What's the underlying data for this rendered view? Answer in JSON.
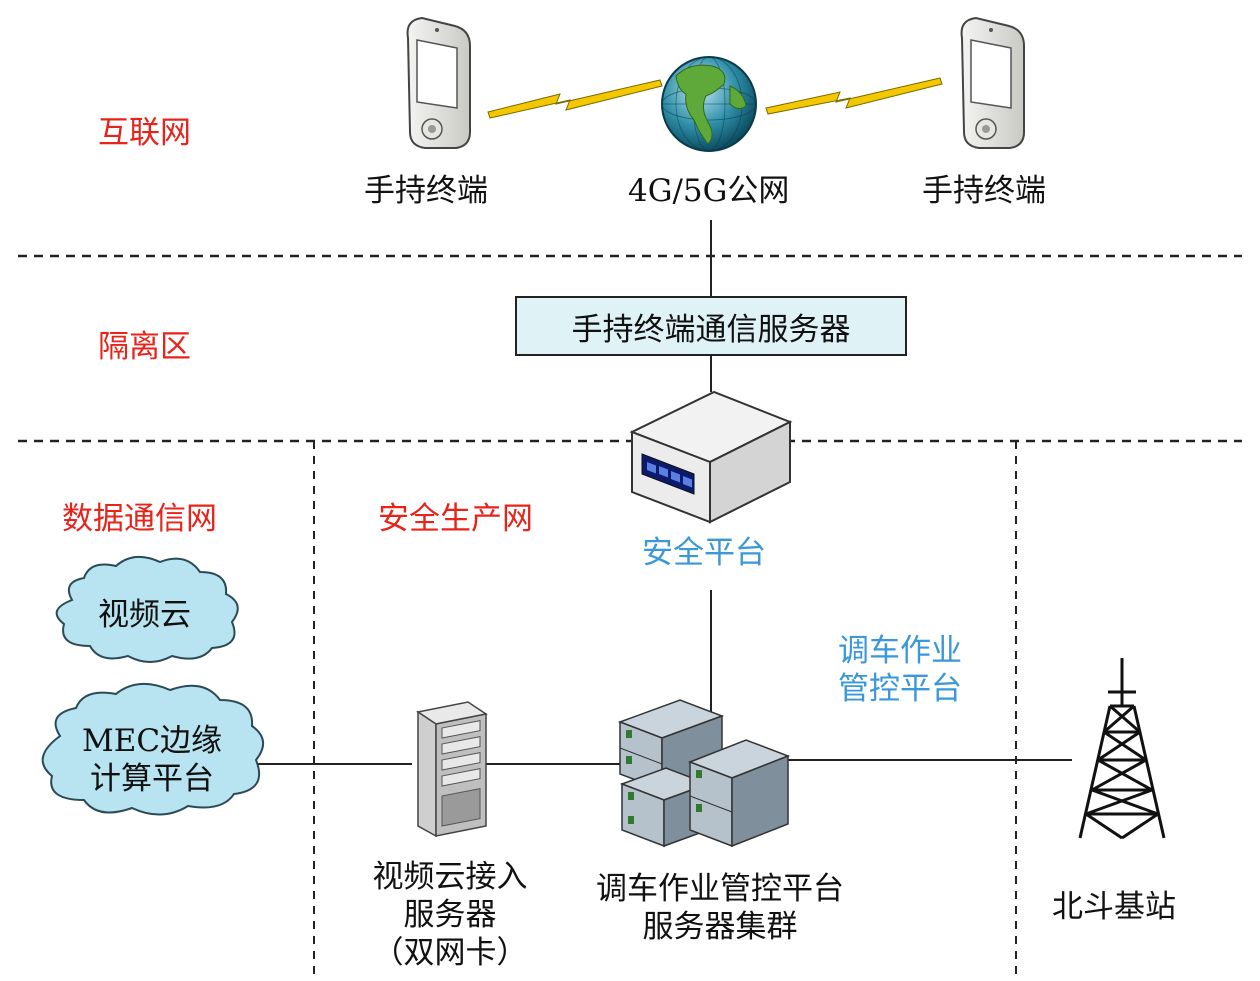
{
  "zones": {
    "internet": "互联网",
    "isolation": "隔离区",
    "data_comm": "数据通信网",
    "safety_prod": "安全生产网"
  },
  "nodes": {
    "handheld_left": "手持终端",
    "public_net": "4G/5G公网",
    "handheld_right": "手持终端",
    "comm_server": "手持终端通信服务器",
    "security_platform": "安全平台",
    "shunting_platform_line1": "调车作业",
    "shunting_platform_line2": "管控平台",
    "video_cloud": "视频云",
    "mec_line1": "MEC边缘",
    "mec_line2": "计算平台",
    "video_access_line1": "视频云接入",
    "video_access_line2": "服务器",
    "video_access_line3": "（双网卡）",
    "cluster_line1": "调车作业管控平台",
    "cluster_line2": "服务器集群",
    "beidou": "北斗基站"
  },
  "colors": {
    "zone_label": "#e8231a",
    "platform_label": "#3a98d8",
    "cloud_fill": "#b8e3f0",
    "box_fill": "#dff2f5",
    "lightning": "#f3c800"
  }
}
